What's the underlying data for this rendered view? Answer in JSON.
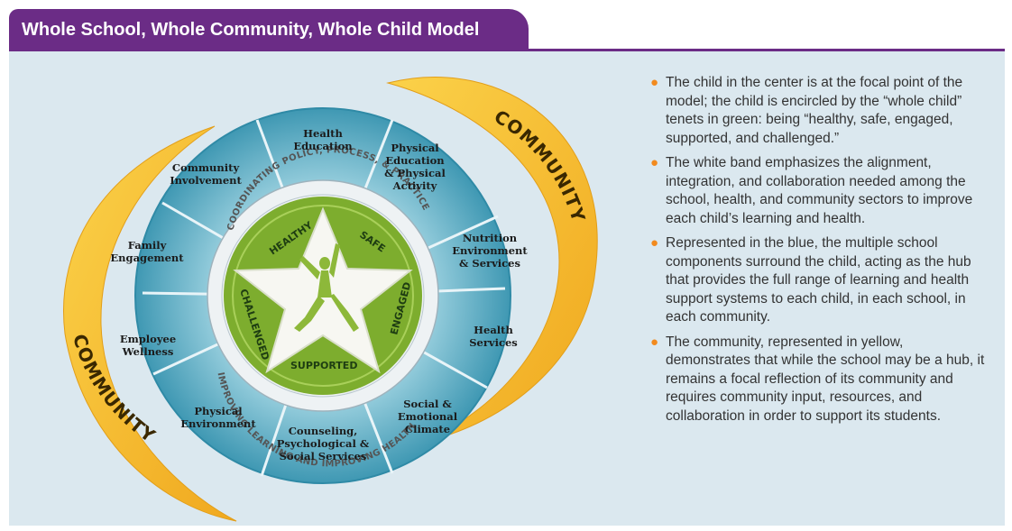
{
  "title": "Whole School, Whole Community, Whole Child Model",
  "components": [
    {
      "id": "health-education",
      "lines": [
        "Health",
        "Education"
      ]
    },
    {
      "id": "physical-education",
      "lines": [
        "Physical",
        "Education",
        "& Physical",
        "Activity"
      ]
    },
    {
      "id": "nutrition",
      "lines": [
        "Nutrition",
        "Environment",
        "& Services"
      ]
    },
    {
      "id": "health-services",
      "lines": [
        "Health",
        "Services"
      ]
    },
    {
      "id": "social-emotional",
      "lines": [
        "Social &",
        "Emotional",
        "Climate"
      ]
    },
    {
      "id": "counseling",
      "lines": [
        "Counseling,",
        "Psychological &",
        "Social Services"
      ]
    },
    {
      "id": "physical-environment",
      "lines": [
        "Physical",
        "Environment"
      ]
    },
    {
      "id": "employee-wellness",
      "lines": [
        "Employee",
        "Wellness"
      ]
    },
    {
      "id": "family-engagement",
      "lines": [
        "Family",
        "Engagement"
      ]
    },
    {
      "id": "community-involvement",
      "lines": [
        "Community",
        "Involvement"
      ]
    }
  ],
  "ring_text": {
    "top": "COORDINATING POLICY, PROCESS, & PRACTICE",
    "bottom": "IMPROVING LEARNING AND IMPROVING HEALTH"
  },
  "tenets": {
    "healthy": "HEALTHY",
    "safe": "SAFE",
    "engaged": "ENGAGED",
    "supported": "SUPPORTED",
    "challenged": "CHALLENGED"
  },
  "community_label_right": "COMMUNITY",
  "community_label_left": "COMMUNITY",
  "bullets": [
    "The child in the center is at the focal point of the model; the child is encircled by the “whole child” tenets in green:  being “healthy, safe, engaged, supported, and challenged.”",
    "The white band emphasizes the alignment, integration, and collaboration needed among the school, health, and community sectors to improve each child’s learning and health.",
    "Represented in the blue, the multiple school components surround the child, acting as the hub that provides the full range of learning and health support systems to each child, in each school, in each community.",
    "The community, represented in yellow, demonstrates that while the school may be a hub, it remains a focal reflection of its community and requires community input, resources, and collaboration in order to support its students."
  ],
  "colors": {
    "purple": "#6b2c86",
    "teal": "#4fa9c1",
    "green": "#7dad2e",
    "yellow": "#f5b82e",
    "bullet": "#f28a1e"
  }
}
